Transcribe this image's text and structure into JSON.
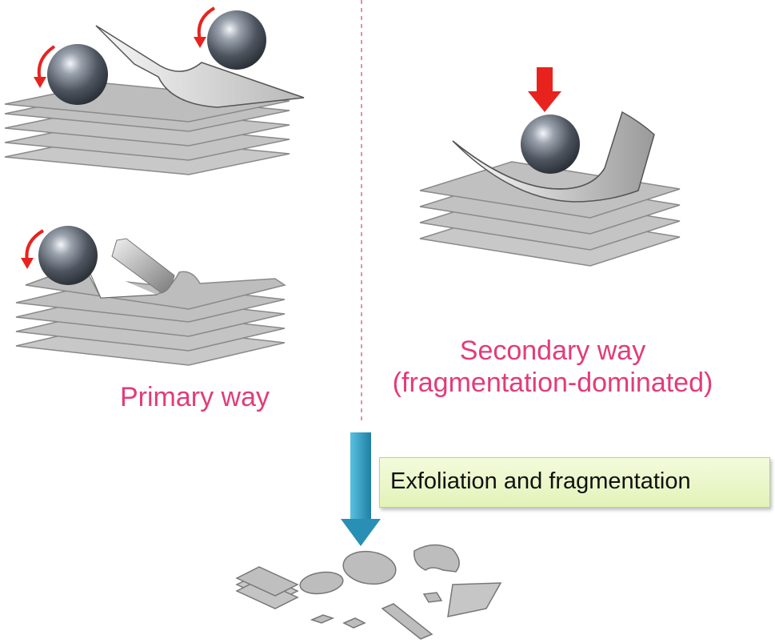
{
  "labels": {
    "primary": "Primary way",
    "secondary_line1": "Secondary way",
    "secondary_line2": "(fragmentation-dominated)",
    "process": "Exfoliation and fragmentation"
  },
  "colors": {
    "label_pink": "#e23c78",
    "rotation_arrow": "#e8231e",
    "down_arrow": "#e8231e",
    "flow_arrow": "#2f9ec2",
    "divider": "#f08aa8",
    "sheet_fill": "#c4c4c4",
    "process_box": "#e6f5c0"
  },
  "icons": {
    "balls": "steel-ball",
    "rotation": "curved-rotation-arrow",
    "press": "red-down-arrow",
    "flow": "blue-down-arrow"
  }
}
